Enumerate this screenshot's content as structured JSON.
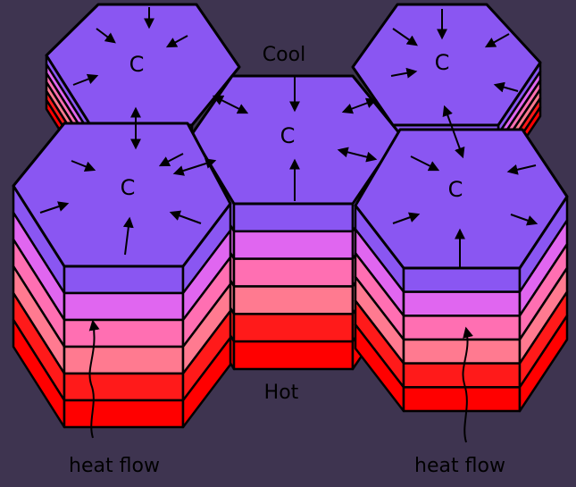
{
  "labels": {
    "cool": "Cool",
    "hot": "Hot",
    "heat_flow_left": "heat flow",
    "heat_flow_right": "heat flow"
  },
  "cells": [
    {
      "label": "C"
    },
    {
      "label": "C"
    },
    {
      "label": "C"
    },
    {
      "label": "C"
    },
    {
      "label": "C"
    }
  ],
  "colors": {
    "background": "#3e3450",
    "top": "#8a56f2",
    "layers": [
      "#8a56f2",
      "#e066f0",
      "#ff6fb2",
      "#ff7a90",
      "#ff1a1a",
      "#ff0000"
    ]
  }
}
